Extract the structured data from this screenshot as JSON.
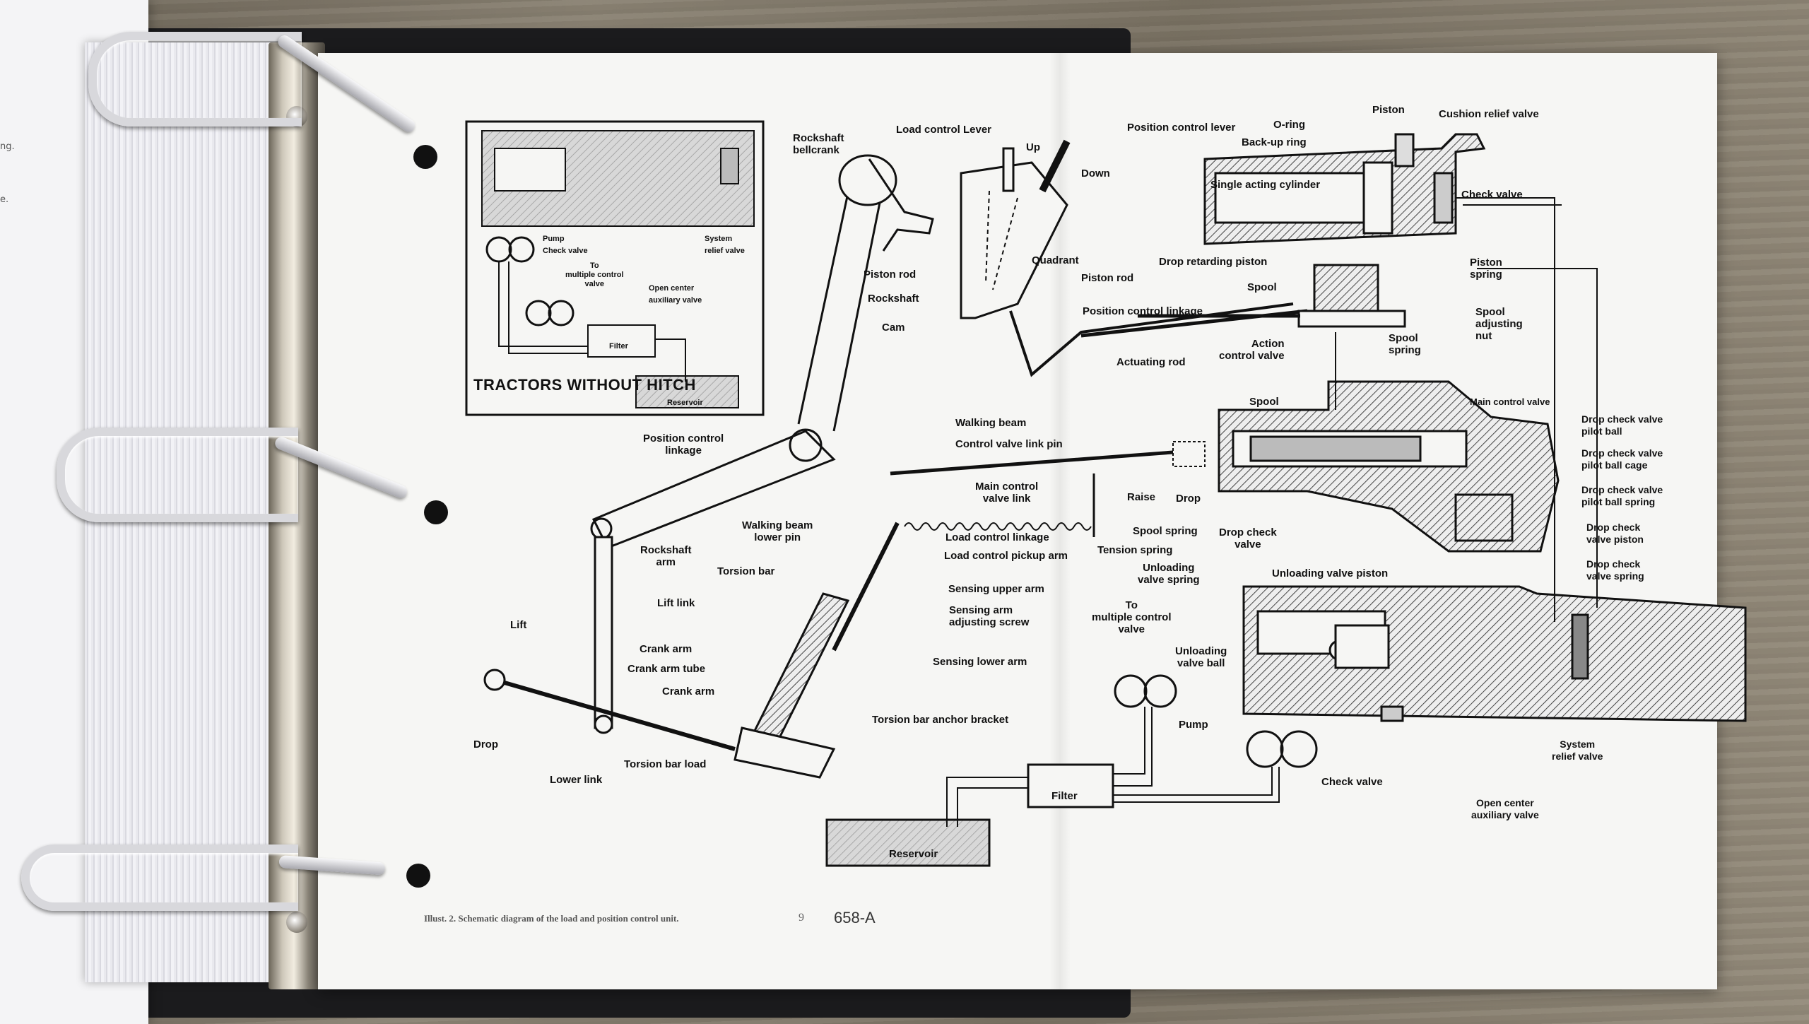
{
  "left_page": {
    "fragments": [
      "ng.",
      "e."
    ]
  },
  "inset": {
    "title": "TRACTORS WITHOUT\nHITCH",
    "labels": {
      "pump": "Pump",
      "check_valve": "Check valve",
      "system_relief_valve": "System\nrelief valve",
      "to_multiple_control_valve": "To\nmultiple control\nvalve",
      "open_center_auxiliary_valve": "Open center\nauxiliary valve",
      "filter": "Filter",
      "reservoir": "Reservoir"
    }
  },
  "mechanical_labels": {
    "rockshaft_bellcrank": "Rockshaft\nbellcrank",
    "load_control_lever": "Load control Lever",
    "up": "Up",
    "down": "Down",
    "position_control_lever": "Position control lever",
    "piston_rod_left": "Piston rod",
    "rockshaft": "Rockshaft",
    "cam": "Cam",
    "quadrant": "Quadrant",
    "piston_rod_right": "Piston rod",
    "position_control_linkage_top": "Position control linkage",
    "actuating_rod": "Actuating rod",
    "position_control_linkage_left": "Position control\nlinkage",
    "walking_beam": "Walking beam",
    "control_valve_link_pin": "Control valve link pin",
    "main_control_valve_link": "Main control\nvalve link",
    "walking_beam_lower_pin": "Walking beam\nlower pin",
    "load_control_linkage": "Load control linkage",
    "load_control_pickup_arm": "Load control pickup arm",
    "rockshaft_arm": "Rockshaft\narm",
    "torsion_bar": "Torsion bar",
    "sensing_upper_arm": "Sensing upper arm",
    "sensing_arm_adjusting_screw": "Sensing arm\nadjusting screw",
    "lift_link": "Lift link",
    "crank_arm_1": "Crank arm",
    "crank_arm_tube": "Crank arm tube",
    "crank_arm_2": "Crank arm",
    "sensing_lower_arm": "Sensing lower arm",
    "lift": "Lift",
    "drop": "Drop",
    "torsion_bar_anchor_bracket": "Torsion bar anchor bracket",
    "torsion_bar_load": "Torsion bar load",
    "lower_link": "Lower link",
    "tension_spring": "Tension spring"
  },
  "hydraulic_labels": {
    "piston": "Piston",
    "cushion_relief_valve": "Cushion relief valve",
    "o_ring": "O-ring",
    "back_up_ring": "Back-up ring",
    "single_acting_cylinder": "Single acting cylinder",
    "check_valve_top": "Check valve",
    "drop_retarding_piston": "Drop retarding piston",
    "piston_spring": "Piston\nspring",
    "spool_top": "Spool",
    "spool_adjusting_nut": "Spool\nadjusting\nnut",
    "action_control_valve": "Action\ncontrol valve",
    "spool_spring_top": "Spool\nspring",
    "spool_main": "Spool",
    "main_control_valve": "Main control valve",
    "drop_check_valve_pilot_ball": "Drop check valve\npilot ball",
    "drop_check_valve_pilot_ball_cage": "Drop check valve\npilot ball cage",
    "drop_check_valve_pilot_ball_spring": "Drop check valve\npilot ball spring",
    "drop_check_valve_piston": "Drop check\nvalve piston",
    "drop_check_valve_spring": "Drop check\nvalve spring",
    "raise": "Raise",
    "drop": "Drop",
    "spool_spring_main": "Spool spring",
    "drop_check_valve": "Drop check\nvalve",
    "unloading_valve_spring": "Unloading\nvalve spring",
    "unloading_valve_piston": "Unloading valve piston",
    "to_multiple_control_valve": "To\nmultiple control\nvalve",
    "unloading_valve_ball": "Unloading\nvalve ball",
    "pump": "Pump",
    "check_valve_bottom": "Check valve",
    "system_relief_valve": "System\nrelief valve",
    "open_center_auxiliary_valve": "Open center\nauxiliary valve",
    "filter": "Filter",
    "reservoir": "Reservoir"
  },
  "footer": {
    "caption": "Illust. 2. Schematic diagram of the load and position control unit.",
    "page_number": "9",
    "figure_code": "658-A"
  }
}
